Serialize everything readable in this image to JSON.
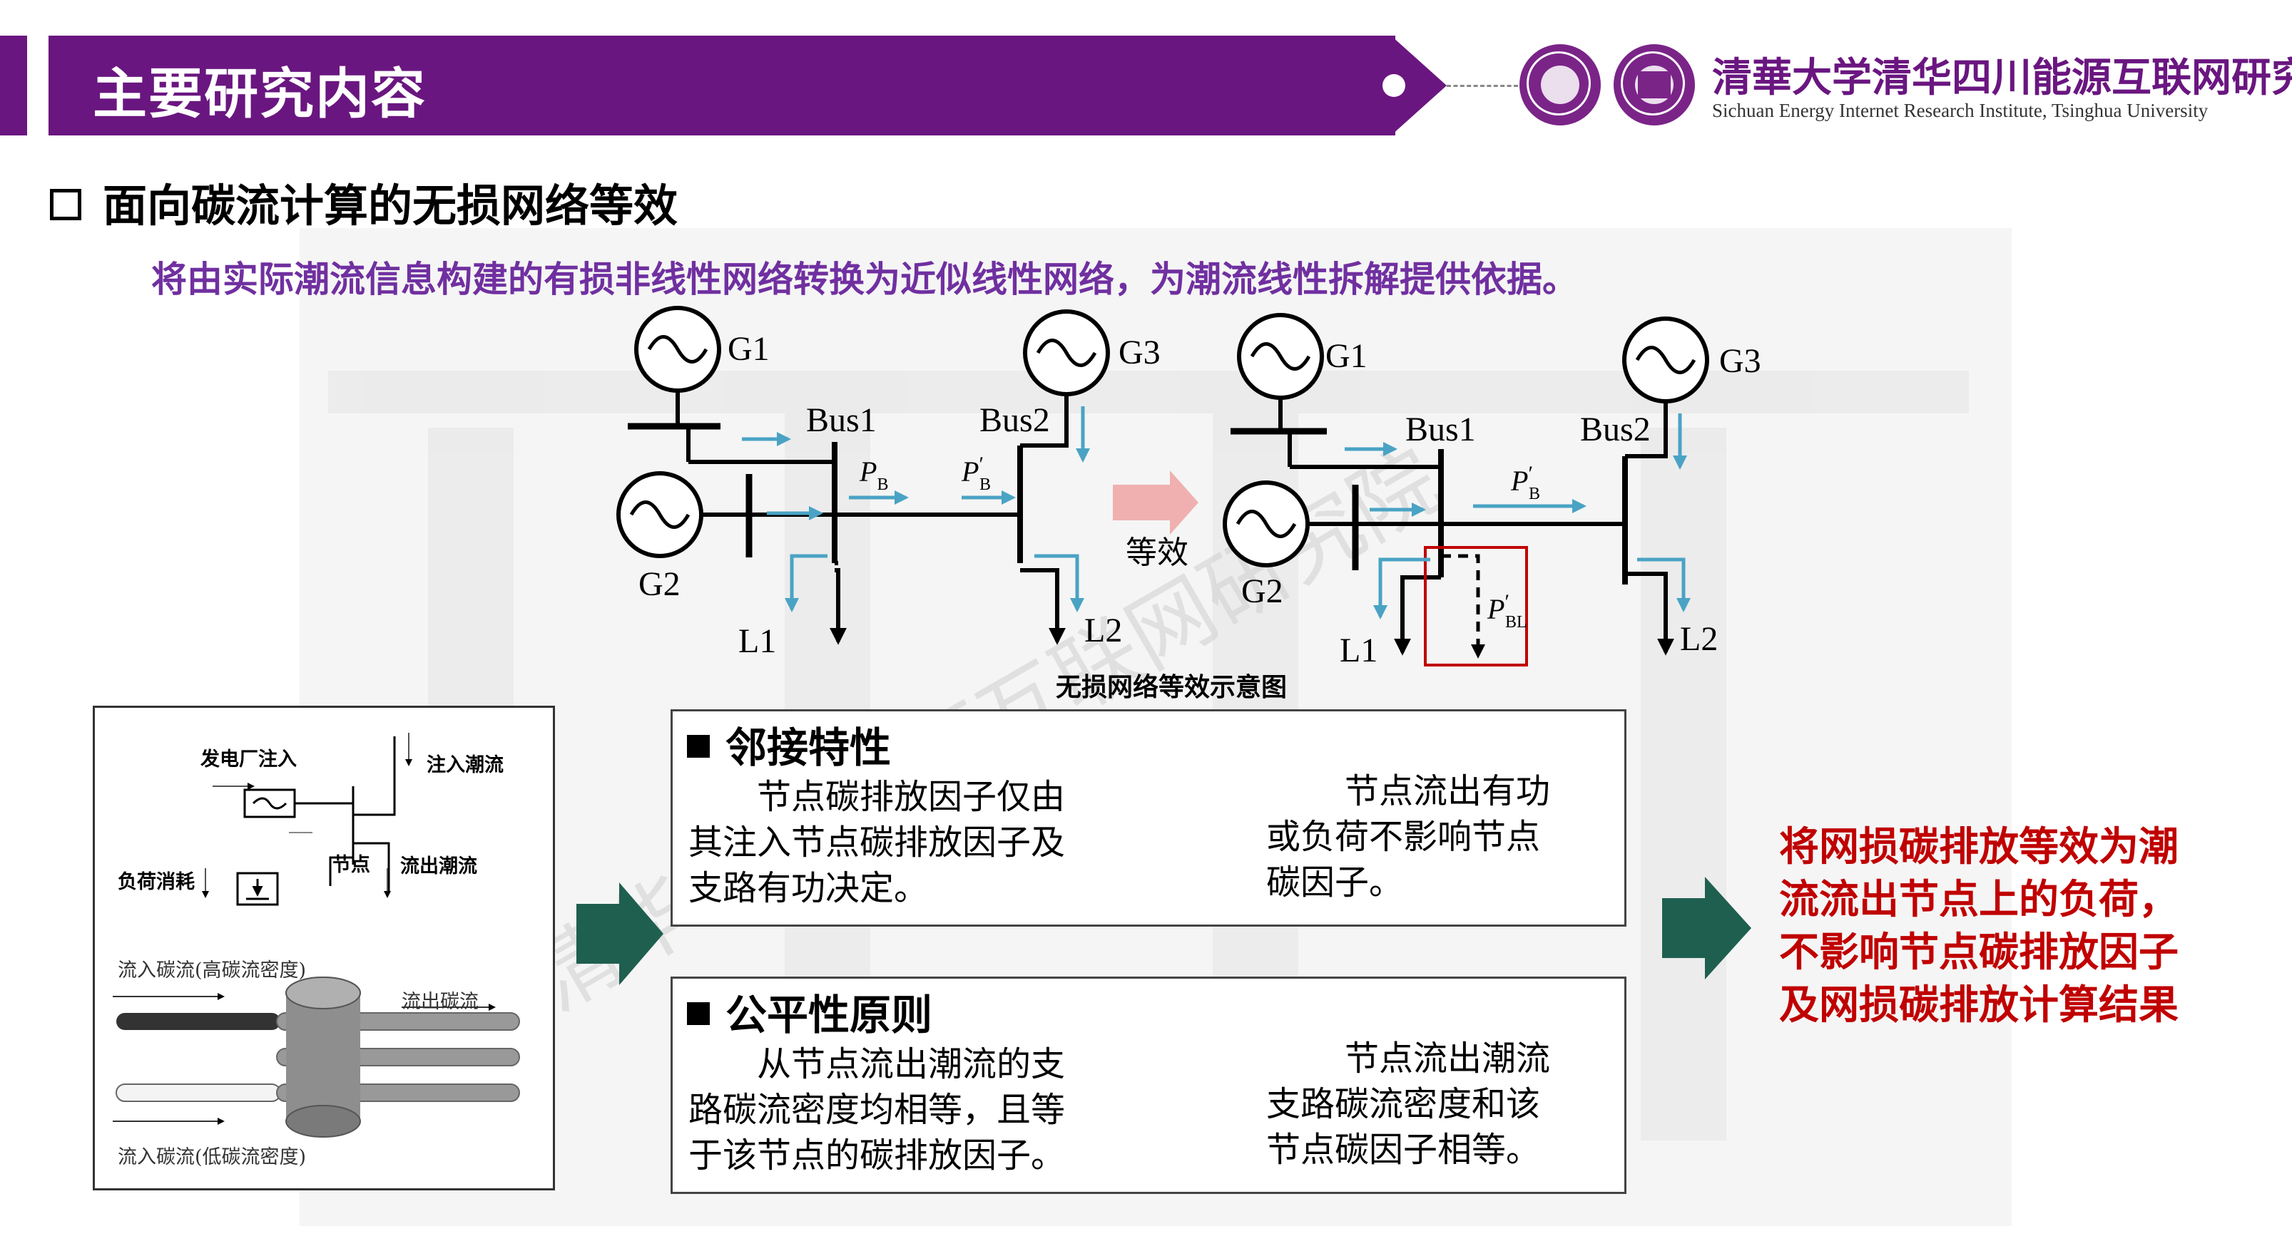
{
  "header": {
    "title": "主要研究内容",
    "logo_cn": "清華大学清华四川能源互联网研究院",
    "logo_en": "Sichuan Energy Internet Research Institute, Tsinghua University"
  },
  "watermark": {
    "text": "清华四川能源互联网研究院"
  },
  "section": {
    "title": "面向碳流计算的无损网络等效",
    "subtitle": "将由实际潮流信息构建的有损非线性网络转换为近似线性网络，为潮流线性拆解提供依据。"
  },
  "diagram": {
    "caption": "无损网络等效示意图",
    "equiv_label": "等效",
    "labels": {
      "g1": "G1",
      "g2": "G2",
      "g3": "G3",
      "bus1": "Bus1",
      "bus2": "Bus2",
      "l1": "L1",
      "l2": "L2",
      "p_main": "P",
      "p_sub": "B",
      "p_bl_sub": "BL",
      "prime": "′"
    }
  },
  "left_panel": {
    "gen_injection": "发电厂注入",
    "inject_flow": "注入潮流",
    "node": "节点",
    "outflow": "流出潮流",
    "load_consumption": "负荷消耗",
    "inflow_high": "流入碳流(高碳流密度)",
    "outflow_carbon": "流出碳流",
    "inflow_low": "流入碳流(低碳流密度)"
  },
  "boxes": [
    {
      "title": "邻接特性",
      "left_lines": [
        "节点碳排放因子仅由",
        "其注入节点碳排放因子及",
        "支路有功决定。"
      ],
      "right_lines": [
        "节点流出有功",
        "或负荷不影响节点",
        "碳因子。"
      ]
    },
    {
      "title": "公平性原则",
      "left_lines": [
        "从节点流出潮流的支",
        "路碳流密度均相等，且等",
        "于该节点的碳排放因子。"
      ],
      "right_lines": [
        "节点流出潮流",
        "支路碳流密度和该",
        "节点碳因子相等。"
      ]
    }
  ],
  "conclusion": {
    "lines": [
      "将网损碳排放等效为潮",
      "流流出节点上的负荷，",
      "不影响节点碳排放因子",
      "及网损碳排放计算结果"
    ]
  },
  "colors": {
    "header_purple": "#6a1680",
    "subtitle_purple": "#7030a0",
    "conclusion_red": "#c00000",
    "flow_arrow_blue": "#4aa3c4",
    "big_arrow_green": "#1f5f4f",
    "highlight_red": "#c00000"
  }
}
